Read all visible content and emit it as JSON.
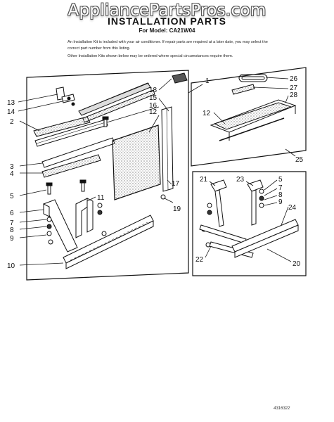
{
  "watermark": "AppliancePartsPros.com",
  "title": "INSTALLATION PARTS",
  "model": "For Model: CA21W04",
  "notes": [
    "An Installation Kit is included with your air conditioner. If repair parts are required at a later date, you may select the correct part number from this listing.",
    "Other Installation Kits shown below may be ordered where special circumstances require them."
  ],
  "catalog_number": "4316322",
  "callouts": {
    "c1": "1",
    "c2": "2",
    "c3": "3",
    "c4": "4",
    "c5": "5",
    "c6": "6",
    "c7": "7",
    "c8": "8",
    "c9": "9",
    "c10": "10",
    "c11": "11",
    "c12": "12",
    "c13": "13",
    "c14": "14",
    "c15": "15",
    "c16": "16",
    "c17": "17",
    "c18": "18",
    "c19": "19",
    "r12": "12",
    "r25": "25",
    "r26": "26",
    "r27": "27",
    "r28": "28",
    "b20": "20",
    "b21": "21",
    "b22": "22",
    "b23": "23",
    "b24": "24",
    "b5": "5",
    "b7": "7",
    "b8": "8",
    "b9": "9"
  }
}
